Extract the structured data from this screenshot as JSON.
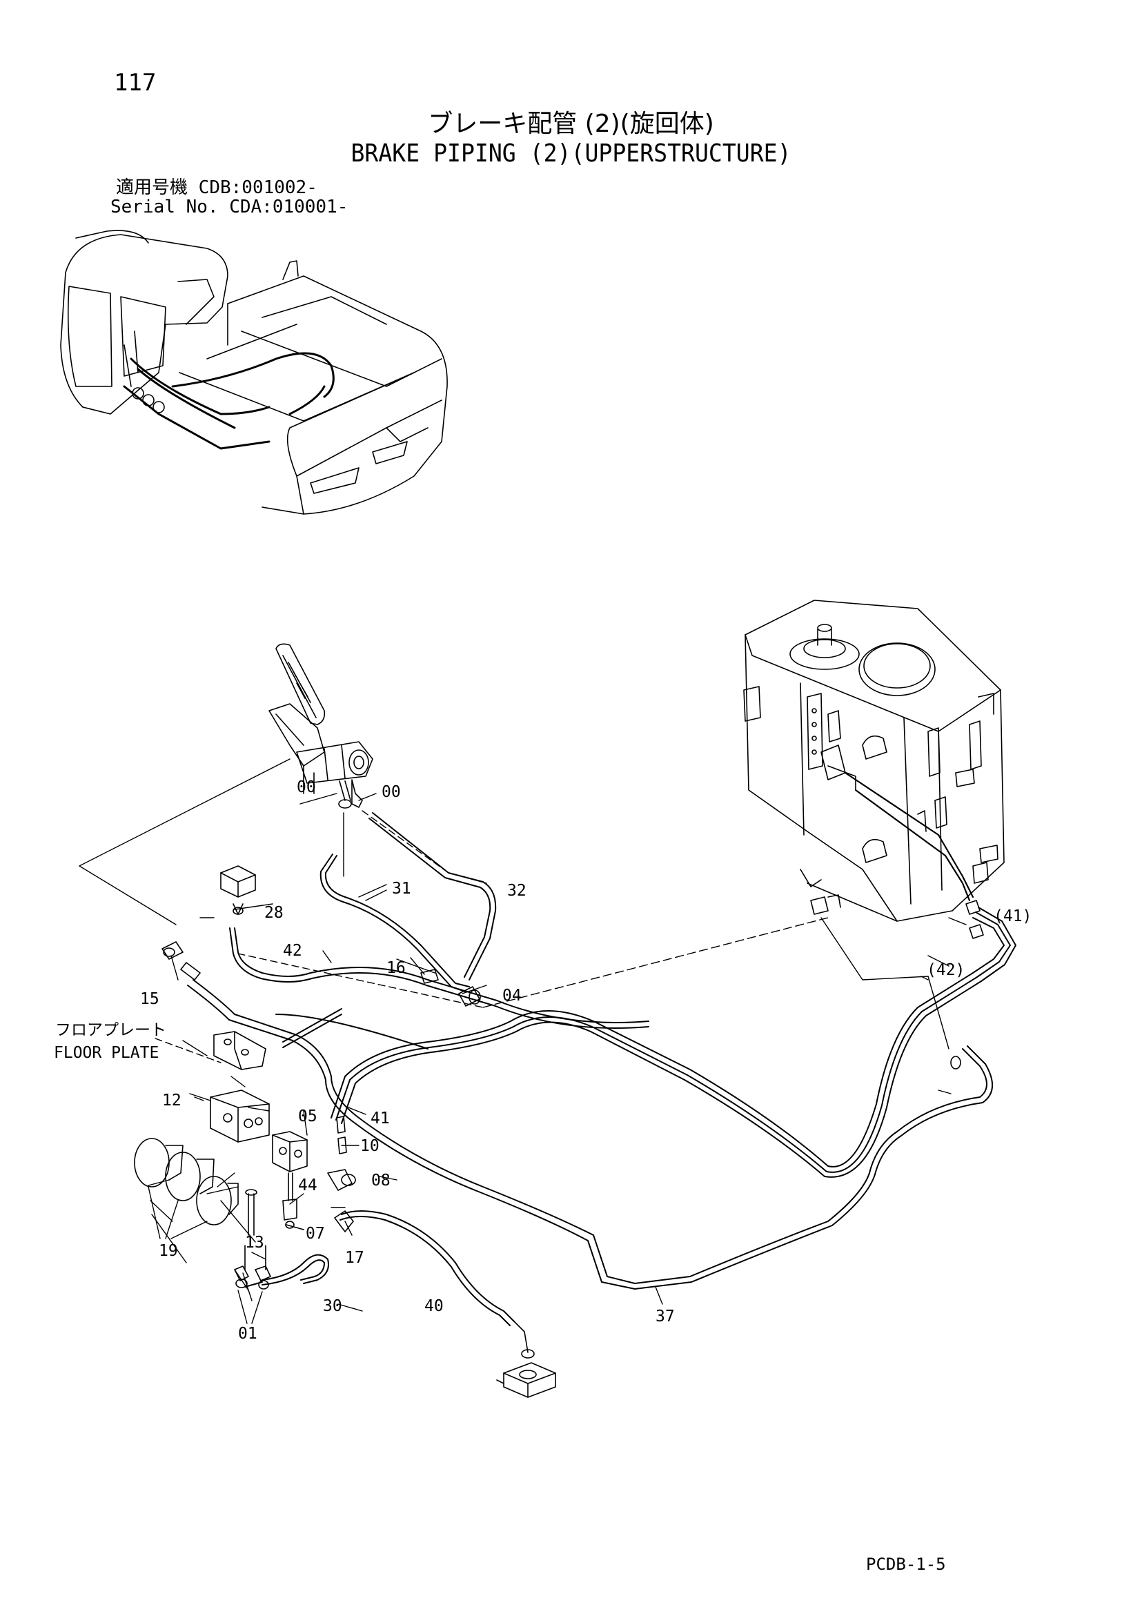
{
  "header": {
    "page_number": "117",
    "title_jp": "ブレーキ配管 (2)(旋回体)",
    "title_en": "BRAKE PIPING (2)(UPPERSTRUCTURE)",
    "applicable_label_jp": "適用号機",
    "applicable_value": "CDB:001002-",
    "serial_label": "Serial No.",
    "serial_value": "CDA:010001-"
  },
  "parts": {
    "p00a": "00",
    "p00b": "00",
    "p01": "01",
    "p04": "04",
    "p05": "05",
    "p07": "07",
    "p08": "08",
    "p10": "10",
    "p12": "12",
    "p13": "13",
    "p15": "15",
    "p16": "16",
    "p17": "17",
    "p19": "19",
    "p28": "28",
    "p30": "30",
    "p31": "31",
    "p32": "32",
    "p37": "37",
    "p40": "40",
    "p41": "41",
    "p41_ref": "(41)",
    "p42": "42",
    "p42_ref": "(42)",
    "p44": "44"
  },
  "floor_plate": {
    "label_jp": "フロアプレート",
    "label_en": "FLOOR PLATE"
  },
  "footer": {
    "code": "PCDB-1-5"
  }
}
